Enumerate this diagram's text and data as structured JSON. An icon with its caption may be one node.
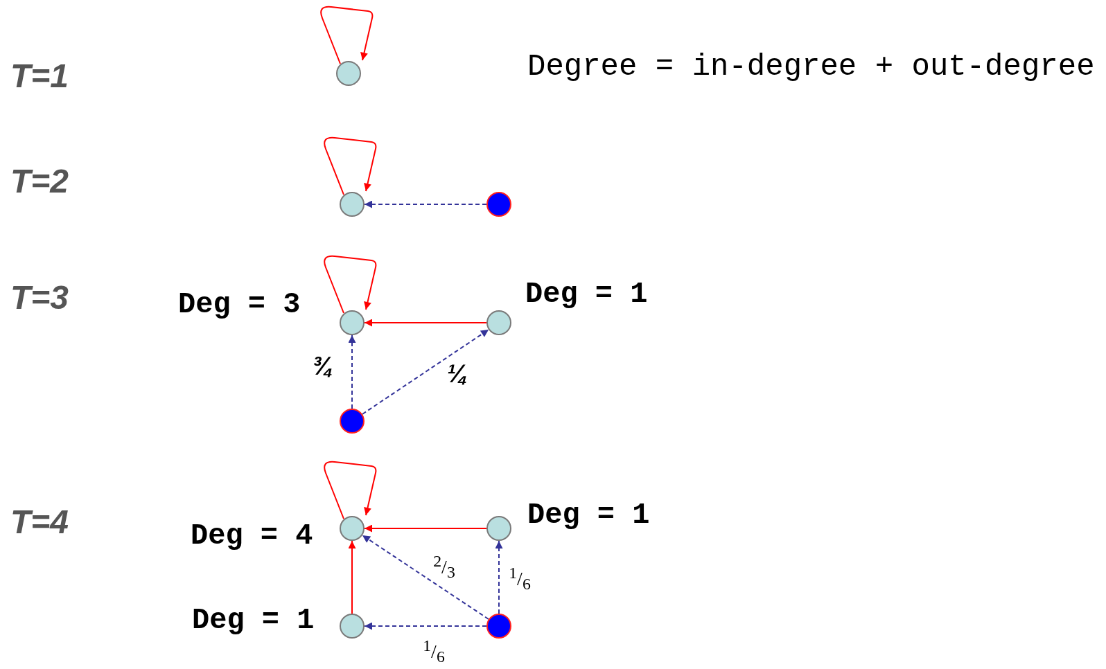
{
  "diagram": {
    "nodes": [
      {
        "text": [],
        "shape": "circle"
      },
      {
        "text": [],
        "shape": "circle"
      },
      {
        "text": [],
        "shape": "circle"
      },
      {
        "text": [],
        "shape": "circle",
        "beside": [
          "Deg = 3"
        ]
      },
      {
        "text": [],
        "shape": "circle",
        "beside": [
          "Deg = 1"
        ]
      },
      {
        "text": [],
        "shape": "circle"
      },
      {
        "text": [],
        "shape": "circle",
        "beside": [
          "Deg = 4"
        ]
      },
      {
        "text": [],
        "shape": "circle",
        "beside": [
          "Deg = 1"
        ]
      },
      {
        "text": [],
        "shape": "circle",
        "beside": [
          "Deg = 1"
        ]
      },
      {
        "text": [],
        "shape": "circle"
      }
    ],
    "edges": [
      {
        "from": 0,
        "to": 0,
        "arrow": "to"
      },
      {
        "from": 1,
        "to": 1,
        "arrow": "to"
      },
      {
        "from": 2,
        "to": 1,
        "arrow": "to",
        "style": "dashed",
        "color": "#333399"
      },
      {
        "from": 3,
        "to": 3,
        "arrow": "to"
      },
      {
        "from": 4,
        "to": 3,
        "arrow": "to"
      },
      {
        "from": 5,
        "to": 3,
        "arrow": "to",
        "style": "dashed",
        "color": "#333399",
        "label": "¾"
      },
      {
        "from": 5,
        "to": 4,
        "arrow": "to",
        "style": "dashed",
        "color": "#333399",
        "label": "¼"
      },
      {
        "from": 6,
        "to": 6,
        "arrow": "to"
      },
      {
        "from": 7,
        "to": 6,
        "arrow": "to"
      },
      {
        "from": 8,
        "to": 6,
        "arrow": "to"
      },
      {
        "from": 9,
        "to": 6,
        "arrow": "to",
        "style": "dashed",
        "color": "#333399",
        "label": "$^{2}$/$_{3}$"
      },
      {
        "from": 9,
        "to": 7,
        "arrow": "to",
        "style": "dashed",
        "color": "#333399",
        "label": "$^{1}$/$_{6}$"
      },
      {
        "from": 9,
        "to": 8,
        "arrow": "to",
        "style": "dashed",
        "color": "#333399",
        "label": "$^{1}$/$_{6}$"
      }
    ],
    "labels": [
      "T=1",
      "Degree = in-degree + out-degree",
      "T=2",
      "T=3",
      "T=4"
    ]
  }
}
